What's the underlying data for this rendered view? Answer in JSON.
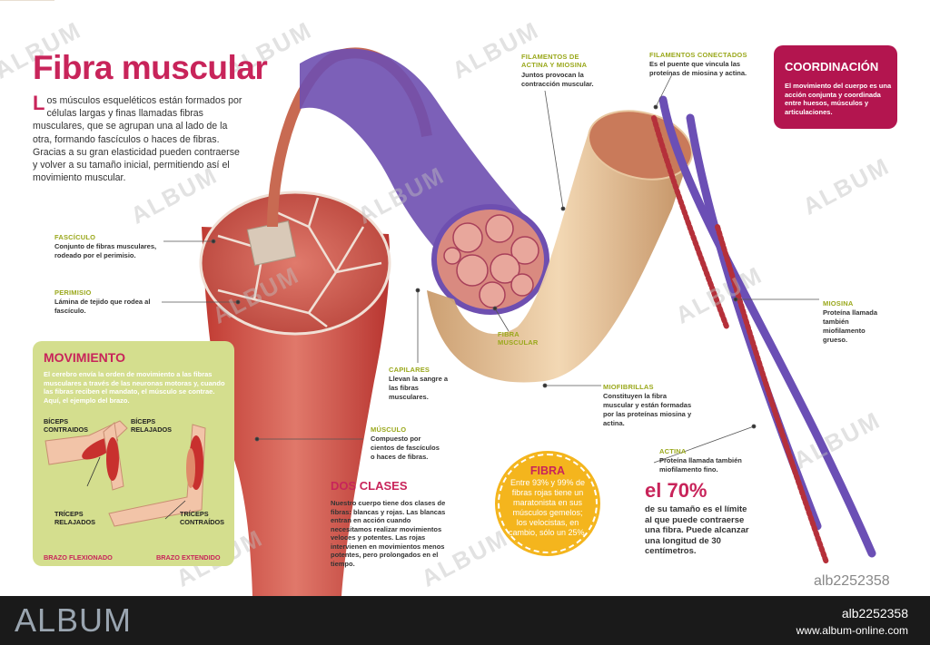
{
  "title": "Fibra muscular",
  "intro": "Los músculos esqueléticos están formados por células largas y finas llamadas fibras musculares, que se agrupan una al lado de la otra, formando fascículos o haces de fibras. Gracias a su gran elasticidad pueden contraerse y volver a su tamaño inicial, permitiendo así el movimiento muscular.",
  "labels": {
    "fasciculo": {
      "title": "FASCÍCULO",
      "text": "Conjunto de fibras musculares, rodeado por el perimisio."
    },
    "perimisio": {
      "title": "PERIMISIO",
      "text": "Lámina de tejido que rodea al fascículo."
    },
    "filamentos_actina": {
      "title": "FILAMENTOS DE ACTINA Y MIOSINA",
      "text": "Juntos provocan la contracción muscular."
    },
    "filamentos_conectados": {
      "title": "FILAMENTOS CONECTADOS",
      "text": "Es el puente que vincula las proteínas de miosina y actina."
    },
    "fibra_muscular": {
      "title": "FIBRA MUSCULAR"
    },
    "capilares": {
      "title": "CAPILARES",
      "text": "Llevan la sangre a las fibras musculares."
    },
    "musculo": {
      "title": "MÚSCULO",
      "text": "Compuesto por cientos de fascículos o haces de fibras."
    },
    "miofibrillas": {
      "title": "MIOFIBRILLAS",
      "text": "Constituyen la fibra muscular y están formadas por las proteínas miosina y actina."
    },
    "miosina": {
      "title": "MIOSINA",
      "text": "Proteína llamada también miofilamento grueso."
    },
    "actina": {
      "title": "ACTINA",
      "text": "Proteína llamada también miofilamento fino."
    }
  },
  "coordinacion": {
    "title": "COORDINACIÓN",
    "text": "El movimiento del cuerpo es una acción conjunta y coordinada entre huesos, músculos y articulaciones."
  },
  "movimiento": {
    "title": "MOVIMIENTO",
    "text": "El cerebro envía la orden de movimiento a las fibras musculares a través de las neuronas motoras y, cuando las fibras reciben el mandato, el músculo se contrae. Aquí, el ejemplo del brazo.",
    "biceps_contraidos": "BÍCEPS CONTRAIDOS",
    "biceps_relajados": "BÍCEPS RELAJADOS",
    "triceps_relajados": "TRÍCEPS RELAJADOS",
    "triceps_contraidos": "TRÍCEPS CONTRAÍDOS",
    "brazo_flexionado": "BRAZO FLEXIONADO",
    "brazo_extendido": "BRAZO EXTENDIDO"
  },
  "dos_clases": {
    "title": "DOS CLASES",
    "text": "Nuestro cuerpo tiene dos clases de fibras: blancas y rojas. Las blancas entran en acción cuando necesitamos realizar movimientos veloces y potentes. Las rojas intervienen en movimientos menos potentes, pero prolongados en el tiempo."
  },
  "fibra_box": {
    "title": "FIBRA",
    "text": "Entre 93% y 99% de fibras rojas tiene un maratonista en sus músculos gemelos; los velocistas, en cambio, sólo un 25%."
  },
  "porcentaje": {
    "value": "el 70%",
    "text": "de su tamaño es el límite al que puede contraerse una fibra. Puede alcanzar una longitud de 30 centímetros."
  },
  "watermark": "ALBUM",
  "image_id": "alb2252358",
  "footer": {
    "logo": "ALBUM",
    "id": "alb2252358",
    "url": "www.album-online.com"
  },
  "colors": {
    "accent": "#c8245a",
    "label_green": "#9aa81c",
    "coord_bg": "#b3154f",
    "mov_bg": "#d4de8e",
    "fibra_yellow": "#f4b51d",
    "muscle_red": "#c8423a",
    "myosin_purple": "#6b4fb5"
  }
}
